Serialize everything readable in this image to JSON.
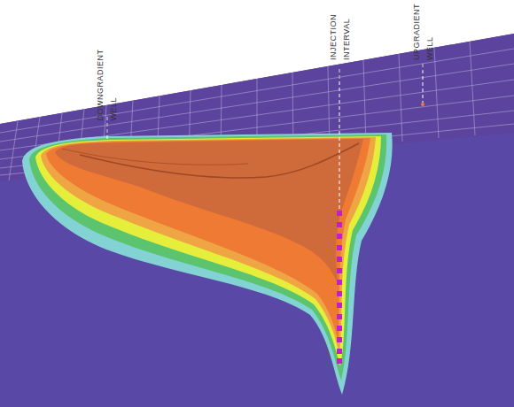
{
  "diagram": {
    "labels": [
      "DOWNGRADIENT WELL",
      "INJECTION INTERVAL",
      "UPGRADIENT WELL"
    ]
  }
}
